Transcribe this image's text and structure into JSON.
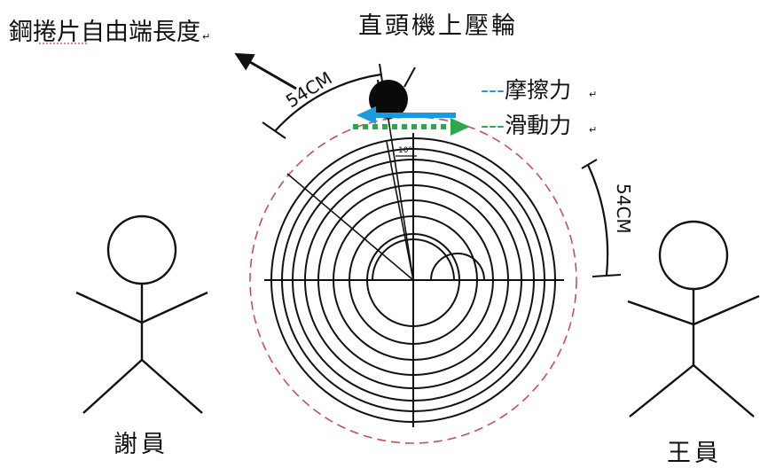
{
  "labels": {
    "free_end_length": "鋼捲片自由端長度",
    "press_wheel": "直頭機上壓輪",
    "friction_legend": "---摩擦力",
    "sliding_legend": "---滑動力",
    "worker_left": "謝員",
    "worker_right": "王員",
    "dim_left": "54CM",
    "dim_right": "54CM",
    "angle": "10°",
    "return_mark": "↵"
  },
  "colors": {
    "friction_arrow": "#1a9be0",
    "sliding_arrow": "#2aa84a",
    "dashed_circle": "#c85050",
    "ink": "#111111"
  }
}
